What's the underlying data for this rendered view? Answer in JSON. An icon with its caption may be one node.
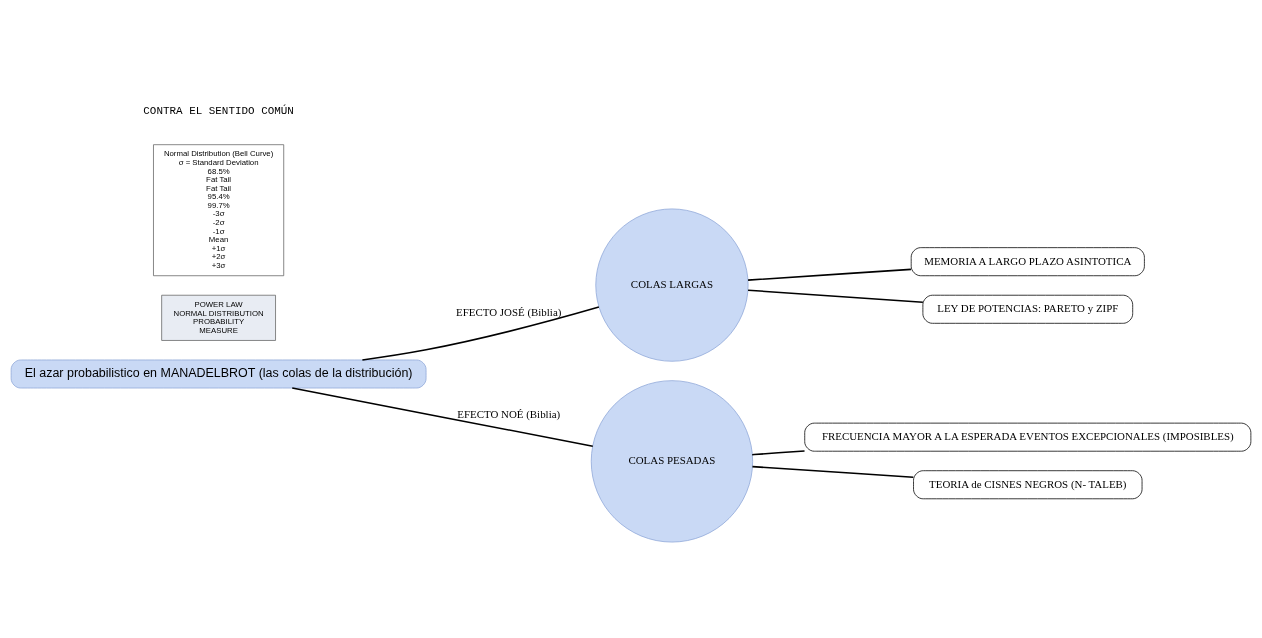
{
  "diagram": {
    "nodes": [
      {
        "text": [
          "El azar probabilistico en MANADELBROT (las colas de la distribución)"
        ]
      },
      {
        "text": [
          "COLAS LARGAS"
        ]
      },
      {
        "text": [
          "COLAS PESADAS"
        ]
      },
      {
        "text": [
          "MEMORIA A LARGO PLAZO ASINTOTICA"
        ]
      },
      {
        "text": [
          "LEY DE POTENCIAS: PARETO y ZIPF"
        ]
      },
      {
        "text": [
          "FRECUENCIA MAYOR A LA ESPERADA EVENTOS EXCEPCIONALES (IMPOSIBLES)"
        ]
      },
      {
        "text": [
          "TEORIA de CISNES NEGROS (N- TALEB)"
        ]
      },
      {
        "text": [
          "POWER LAW",
          "NORMAL DISTRIBUTION",
          "PROBABILITY",
          "MEASURE"
        ]
      },
      {
        "text": [
          "Normal Distribution (Bell Curve)",
          "σ = Standard Deviation",
          "68.5%",
          "Fat Tail",
          "Fat Tail",
          "95.4%",
          "99.7%",
          "-3σ",
          "-2σ",
          "-1σ",
          "Mean",
          "+1σ",
          "+2σ",
          "+3σ"
        ]
      }
    ],
    "edges": [
      {
        "from": 0,
        "to": 1,
        "arrow": "none",
        "label": "EFECTO JOSÉ (Biblia)"
      },
      {
        "from": 0,
        "to": 2,
        "arrow": "none",
        "label": "EFECTO NOÉ (Biblia)"
      },
      {
        "from": 1,
        "to": 3,
        "arrow": "none"
      },
      {
        "from": 1,
        "to": 4,
        "arrow": "none"
      },
      {
        "from": 2,
        "to": 5,
        "arrow": "none"
      },
      {
        "from": 2,
        "to": 6,
        "arrow": "none"
      }
    ],
    "labels": [
      "CONTRA EL SENTIDO COMÚN"
    ]
  }
}
